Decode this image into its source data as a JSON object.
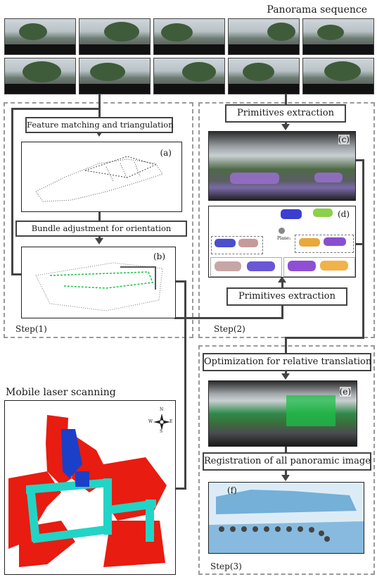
{
  "header": {
    "title": "Panorama sequence"
  },
  "steps": {
    "feature": "Feature matching and triangulation",
    "bundle": "Bundle adjustment for orientation",
    "prim_top": "Primitives extraction",
    "prim_bottom": "Primitives extraction",
    "optimization": "Optimization for relative translation",
    "registration": "Registration of all panoramic image"
  },
  "panels": {
    "a": "(a)",
    "b": "(b)",
    "c": "(c)",
    "d": "(d)",
    "e": "(e)",
    "f": "(f)"
  },
  "plane_label": "Plane₁",
  "step_labels": {
    "s1": "Step(1)",
    "s2": "Step(2)",
    "s3": "Step(3)"
  },
  "mls": {
    "title": "Mobile laser scanning",
    "compass": {
      "n": "N",
      "s": "S",
      "e": "E",
      "w": "W"
    }
  },
  "colors": {
    "trajectory": "#19c24a",
    "mls_red": "#e81c10",
    "mls_cyan": "#22d4c6",
    "mls_blue": "#1c3fc8",
    "pano_f": "#1f7fbf"
  }
}
